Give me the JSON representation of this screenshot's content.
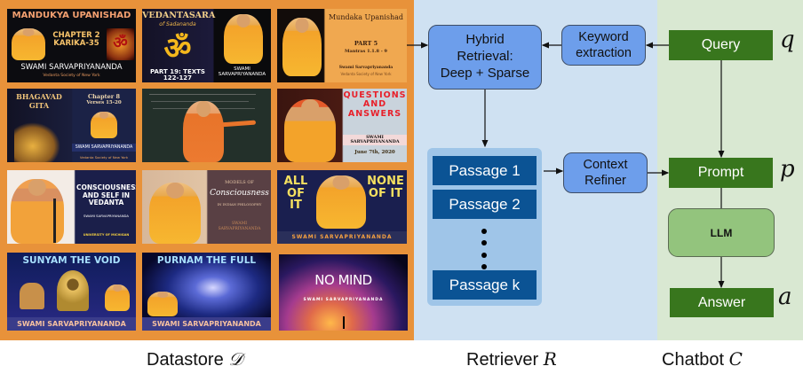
{
  "colors": {
    "datastore_bg": "#e8923a",
    "retriever_bg": "#cfe1f2",
    "chatbot_bg": "#d9e8d2",
    "blue_node": "#6d9eeb",
    "passage_group": "#9fc5e8",
    "passage": "#0b5394",
    "green_node": "#38761d",
    "llm_node": "#93c47d"
  },
  "datastore": {
    "caption": "Datastore",
    "symbol": "𝒟",
    "thumbnails": [
      {
        "title": "MANDUKYA UPANISHAD",
        "subtitle": "CHAPTER 2 KARIKA-35",
        "speaker": "SWAMI SARVAPRIYANANDA",
        "org": "Vedanta Society of New York",
        "icon": "om-icon"
      },
      {
        "title": "VEDANTASARA",
        "subtitle": "of Sadananda",
        "detail": "PART 19: TEXTS 122-127",
        "speaker": "SWAMI SARVAPRIYANANDA",
        "icon": "om-icon"
      },
      {
        "title": "Mundaka Upanishad",
        "subtitle": "PART 5",
        "detail": "Mantras 1.1.8 - 9",
        "speaker": "Swami Sarvapriyananda",
        "org": "Vedanta Society of New York"
      },
      {
        "title": "BHAGAVAD GITA",
        "subtitle": "Chapter 8",
        "detail": "Verses 15-20",
        "speaker": "SWAMI SARVAPRIYANANDA",
        "org": "Vedanta Society of New York"
      },
      {
        "title": "",
        "description": "lecture at blackboard"
      },
      {
        "title": "QUESTIONS AND ANSWERS",
        "speaker": "SWAMI SARVAPRIYANANDA",
        "detail": "June 7th, 2020"
      },
      {
        "title": "CONSCIOUSNESS AND SELF IN VEDANTA",
        "speaker": "SWAMI SARVAPRIYANANDA",
        "org": "UNIVERSITY OF MICHIGAN"
      },
      {
        "title": "MODELS OF",
        "subtitle": "Consciousness",
        "detail": "IN INDIAN PHILOSOPHY",
        "speaker": "SWAMI SARVAPRIYANANDA"
      },
      {
        "title_left": "ALL OF IT",
        "title_right": "NONE OF IT",
        "speaker": "SWAMI SARVAPRIYANANDA"
      },
      {
        "title": "SUNYAM THE VOID",
        "speaker": "SWAMI SARVAPRIYANANDA",
        "icon": "dharma-wheel-icon"
      },
      {
        "title": "PURNAM THE FULL",
        "speaker": "SWAMI SARVAPRIYANANDA",
        "icon": "galaxy-icon"
      },
      {
        "title": "NO MIND",
        "speaker": "SWAMI SARVAPRIYANANDA"
      }
    ]
  },
  "retriever": {
    "caption": "Retriever",
    "symbol": "R",
    "hybrid": [
      "Hybrid",
      "Retrieval:",
      "Deep + Sparse"
    ],
    "keyword": [
      "Keyword",
      "extraction"
    ],
    "refiner": [
      "Context",
      "Refiner"
    ],
    "passages": [
      "Passage 1",
      "Passage 2",
      "Passage k"
    ]
  },
  "chatbot": {
    "caption": "Chatbot",
    "symbol": "C",
    "query": "Query",
    "query_symbol": "q",
    "prompt": "Prompt",
    "prompt_symbol": "p",
    "llm": "LLM",
    "answer": "Answer",
    "answer_symbol": "a"
  }
}
